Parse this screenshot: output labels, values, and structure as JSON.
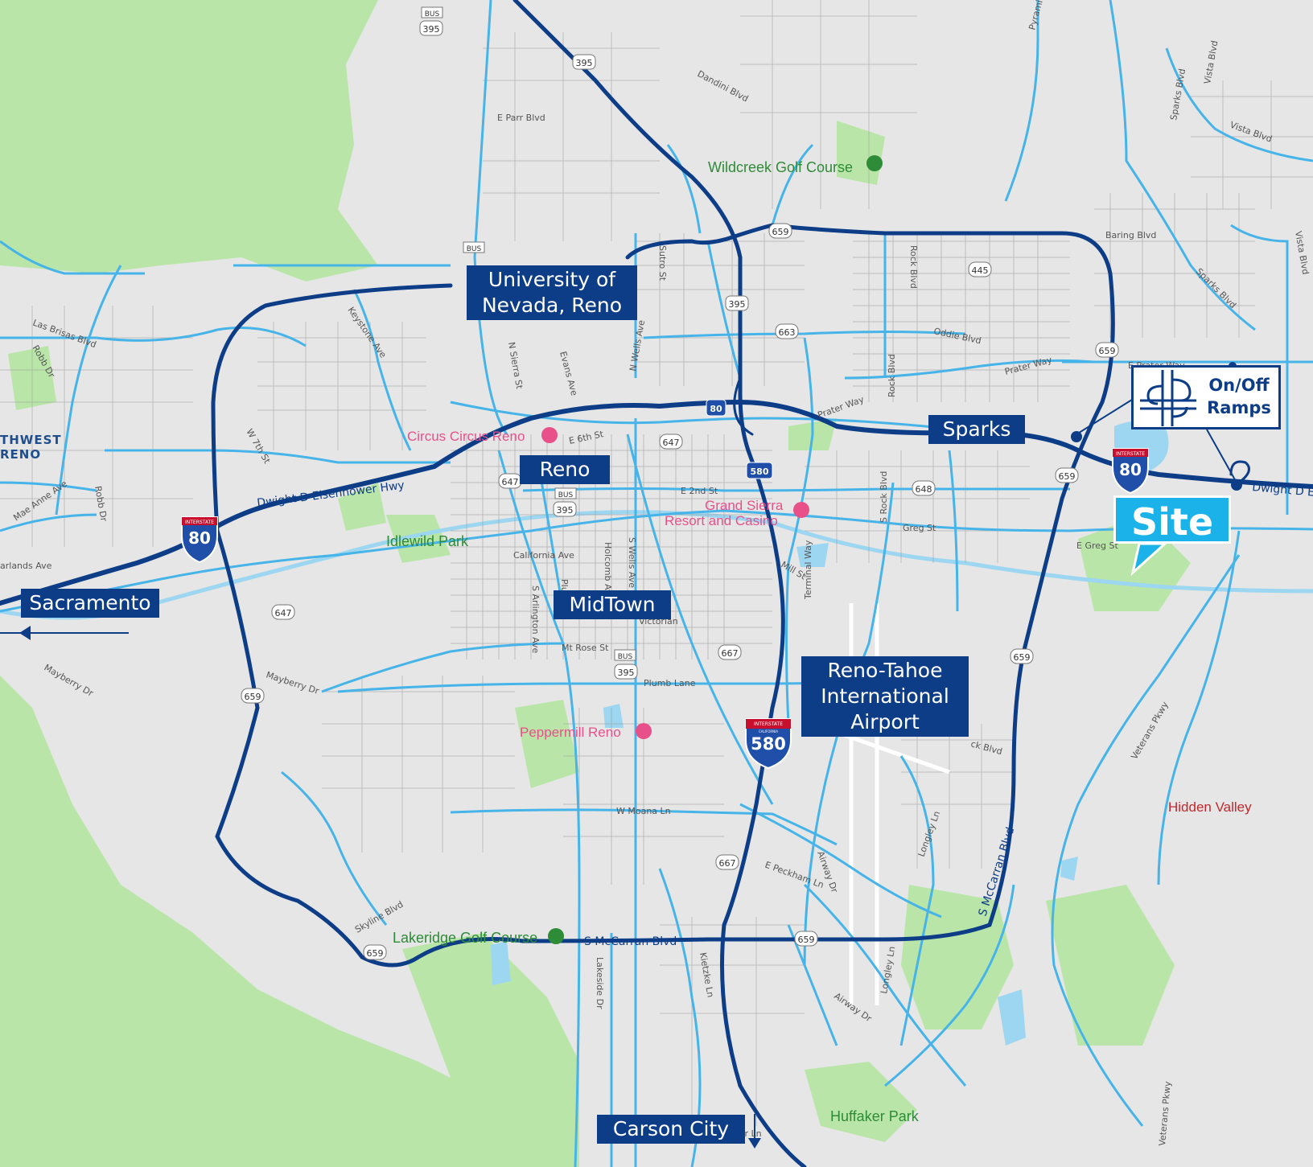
{
  "map": {
    "labels": {
      "university": [
        "University of",
        "Nevada, Reno"
      ],
      "reno": "Reno",
      "sparks": "Sparks",
      "midtown": "MidTown",
      "sacramento": "Sacramento",
      "airport": [
        "Reno-Tahoe",
        "International",
        "Airport"
      ],
      "carson": "Carson City"
    },
    "site": "Site",
    "ramps": [
      "On/Off",
      "Ramps"
    ],
    "pois": {
      "wildcreek": "Wildcreek Golf Course",
      "circus": "Circus Circus Reno",
      "grand1": "Grand Sierra",
      "grand2": "Resort and Casino",
      "idlewild": "Idlewild Park",
      "peppermill": "Peppermill Reno",
      "lakeridge": "Lakeridge Golf Course",
      "huffaker": "Huffaker Park",
      "hidden": "Hidden Valley"
    },
    "area_text": [
      "THWEST",
      "RENO"
    ],
    "streets": {
      "dandini": "Dandini Blvd",
      "eparr": "E Parr Blvd",
      "baring": "Baring Blvd",
      "sparks": "Sparks Blvd",
      "sparks2": "Sparks Blvd",
      "vista1": "Vista Blvd",
      "vista2": "Vista Blvd",
      "vista3": "Vista Blvd",
      "lasbrisas": "Las Brisas Blvd",
      "robb": "Robb Dr",
      "robb2": "Robb Dr",
      "keystone": "Keystone Ave",
      "nsierra": "N Sierra St",
      "evans": "Evans Ave",
      "nwells": "N Wells Ave",
      "sutro": "Sutro St",
      "rock": "Rock Blvd",
      "rock2": "Rock Blvd",
      "srock": "S Rock Blvd",
      "oddie": "Oddie Blvd",
      "prater1": "Prater Way",
      "prater2": "Prater Way",
      "eprater": "E Prater Way",
      "w7th": "W 7th St",
      "e6th": "E 6th St",
      "e2nd": "E 2nd St",
      "greg": "Greg St",
      "egreg": "E Greg St",
      "dwight": "Dwight D Eisenhower Hwy",
      "dwight2": "Dwight D E",
      "maeanne": "Mae Anne Ave",
      "arlands": "arlands Ave",
      "california": "California Ave",
      "arlington": "S Arlington Ave",
      "plumas": "Plumas",
      "holcomb": "Holcomb Ave",
      "swells": "S Wells Ave",
      "mtrose": "Mt Rose St",
      "plumb": "Plumb Lane",
      "mill": "Mill St",
      "terminal": "Terminal Way",
      "mayberry1": "Mayberry Dr",
      "mayberry2": "Mayberry Dr",
      "wmoana": "W Moana Ln",
      "epeckham": "E Peckham Ln",
      "airway1": "Airway Dr",
      "airway2": "Airway Dr",
      "longley1": "Longley Ln",
      "longley2": "Longley Ln",
      "smccarran1": "S McCarran Blvd",
      "smccarran2": "S McCarran Blvd",
      "kietzke": "Kietzke Ln",
      "lakeside": "Lakeside Dr",
      "skyline": "Skyline Blvd",
      "veterans1": "Veterans Pkwy",
      "veterans2": "Veterans Pkwy",
      "pyramid": "Pyrami",
      "glendale": "Victorian",
      "ck": "ck Blvd",
      "baker": "aker Ln"
    },
    "shields": {
      "s395_1": "395",
      "s395_2": "395",
      "s395_3": "395",
      "s395_4": "395",
      "s395_5": "395",
      "bus1": "BUS",
      "bus2": "BUS",
      "bus3": "BUS",
      "bus4": "BUS",
      "s659_1": "659",
      "s659_2": "659",
      "s659_3": "659",
      "s659_4": "659",
      "s659_5": "659",
      "s659_6": "659",
      "s659_7": "659",
      "s445": "445",
      "s663": "663",
      "s647_1": "647",
      "s647_2": "647",
      "s647_3": "647",
      "s648": "648",
      "s667_1": "667",
      "s667_2": "667",
      "i80_small": "80",
      "i580_small": "580",
      "i80_1": "80",
      "i80_2": "80",
      "i580": "580",
      "interstate": "INTERSTATE",
      "interstate2": "INTERSTATE",
      "interstate3": "INTERSTATE",
      "california": "CALIFORNIA"
    },
    "colors": {
      "land": "#e6e6e6",
      "park": "#b9e6a8",
      "water": "#9cd6f0",
      "arterial": "#46b4e8",
      "freeway": "#0d3d87",
      "label_bg": "#0d3d87",
      "site": "#1ab2e8"
    }
  }
}
